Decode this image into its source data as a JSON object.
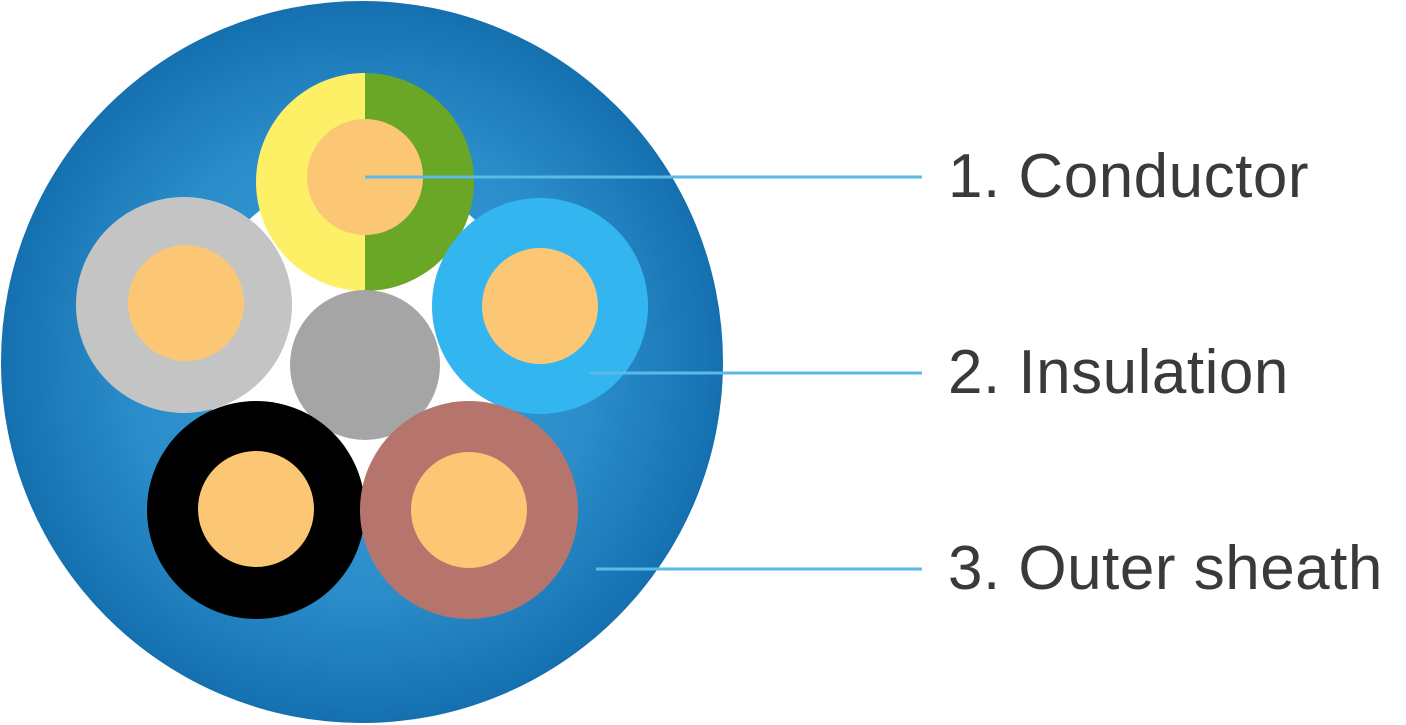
{
  "labels": {
    "conductor": "1. Conductor",
    "insulation": "2. Insulation",
    "outer_sheath": "3. Outer sheath"
  },
  "colors": {
    "sheath_light": "#3a9ad6",
    "sheath_dark": "#1570b0",
    "conductor_core": "#fcc775",
    "insulation_yellow": "#fef066",
    "insulation_green": "#6aa726",
    "insulation_light_blue": "#33b5f0",
    "insulation_grey": "#c4c4c4",
    "insulation_black": "#000000",
    "insulation_brown": "#b5756c",
    "filler_grey": "#a5a5a5",
    "leader_line": "#5bbbe6",
    "label_text": "#3a3a3a"
  }
}
